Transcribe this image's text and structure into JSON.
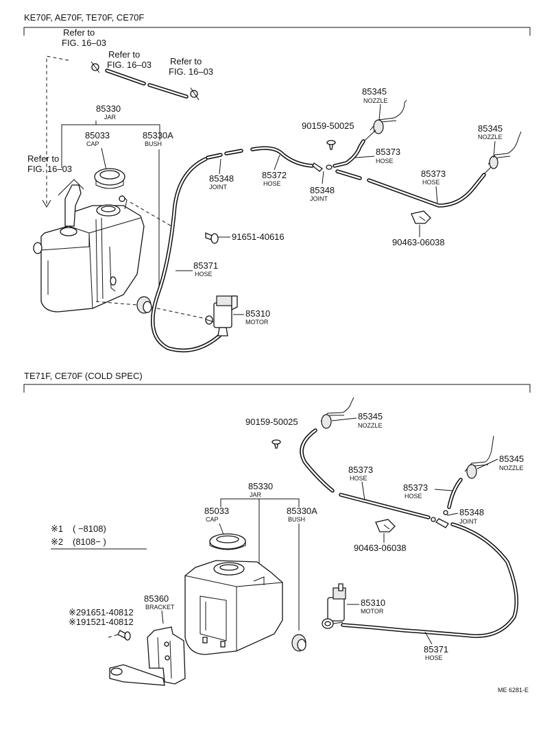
{
  "sections": [
    {
      "title": "KE70F, AE70F, TE70F, CE70F"
    },
    {
      "title": "TE71F, CE70F (COLD SPEC)"
    }
  ],
  "top": {
    "refer1": [
      "Refer to",
      "FIG. 16–03"
    ],
    "refer2": [
      "Refer to",
      "FIG. 16–03"
    ],
    "refer3": [
      "Refer to",
      "FIG. 16–03"
    ],
    "refer4": [
      "Refer to",
      "FIG. 16–03"
    ],
    "parts": {
      "jar": {
        "num": "85330",
        "name": "JAR"
      },
      "cap": {
        "num": "85033",
        "name": "CAP"
      },
      "bush": {
        "num": "85330A",
        "name": "BUSH"
      },
      "nozzle1": {
        "num": "85345",
        "name": "NOZZLE"
      },
      "nozzle2": {
        "num": "85345",
        "name": "NOZZLE"
      },
      "screw1": {
        "num": "90159-50025"
      },
      "hose85373a": {
        "num": "85373",
        "name": "HOSE"
      },
      "hose85373b": {
        "num": "85373",
        "name": "HOSE"
      },
      "joint1": {
        "num": "85348",
        "name": "JOINT"
      },
      "hose85372": {
        "num": "85372",
        "name": "HOSE"
      },
      "joint2": {
        "num": "85348",
        "name": "JOINT"
      },
      "bolt": {
        "num": "91651-40616"
      },
      "hose85371": {
        "num": "85371",
        "name": "HOSE"
      },
      "clip": {
        "num": "90463-06038"
      },
      "motor": {
        "num": "85310",
        "name": "MOTOR"
      }
    }
  },
  "bottom": {
    "parts": {
      "screw": {
        "num": "90159-50025"
      },
      "nozzle1": {
        "num": "85345",
        "name": "NOZZLE"
      },
      "nozzle2": {
        "num": "85345",
        "name": "NOZZLE"
      },
      "hose85373a": {
        "num": "85373",
        "name": "HOSE"
      },
      "hose85373b": {
        "num": "85373",
        "name": "HOSE"
      },
      "joint": {
        "num": "85348",
        "name": "JOINT"
      },
      "clip": {
        "num": "90463-06038"
      },
      "jar": {
        "num": "85330",
        "name": "JAR"
      },
      "cap": {
        "num": "85033",
        "name": "CAP"
      },
      "bush": {
        "num": "85330A",
        "name": "BUSH"
      },
      "motor": {
        "num": "85310",
        "name": "MOTOR"
      },
      "bracket": {
        "num": "85360",
        "name": "BRACKET"
      },
      "bolt1": {
        "num": "※291651-40812"
      },
      "bolt2": {
        "num": "※191521-40812"
      },
      "hose85371": {
        "num": "85371",
        "name": "HOSE"
      }
    },
    "legend": [
      {
        "mark": "※1",
        "range": "(       −8108)"
      },
      {
        "mark": "※2",
        "range": "(8108−        )"
      }
    ]
  },
  "footer": {
    "code": "ME 6281-E"
  }
}
